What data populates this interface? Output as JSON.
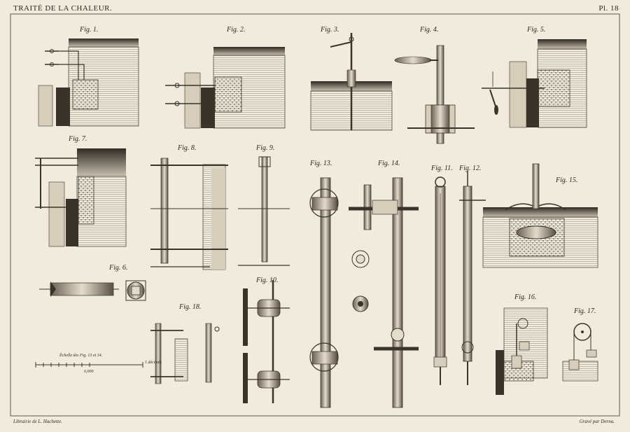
{
  "header": {
    "title": "TRAITÉ DE LA CHALEUR.",
    "plate": "Pl. 18"
  },
  "footer": {
    "publisher": "Librairie de L. Hachette.",
    "engraver": "Gravé par Derna."
  },
  "figures": {
    "f1": "Fig. 1.",
    "f2": "Fig. 2.",
    "f3": "Fig. 3.",
    "f4": "Fig. 4.",
    "f5": "Fig. 5.",
    "f6": "Fig. 6.",
    "f7": "Fig. 7.",
    "f8": "Fig. 8.",
    "f9": "Fig. 9.",
    "f10": "Fig. 10.",
    "f11": "Fig. 11.",
    "f12": "Fig. 12.",
    "f13": "Fig. 13.",
    "f14": "Fig. 14.",
    "f15": "Fig. 15.",
    "f16": "Fig. 16.",
    "f17": "Fig. 17.",
    "f18": "Fig. 18."
  },
  "scale": {
    "caption": "Échelle des Fig. 13 et 14.",
    "unit_right": "1 décimèt.",
    "unit_left": "0,000"
  },
  "colors": {
    "paper": "#f1ebdd",
    "ink": "#2b2620",
    "water": "#cfc6b3",
    "dark": "#3a332b"
  }
}
